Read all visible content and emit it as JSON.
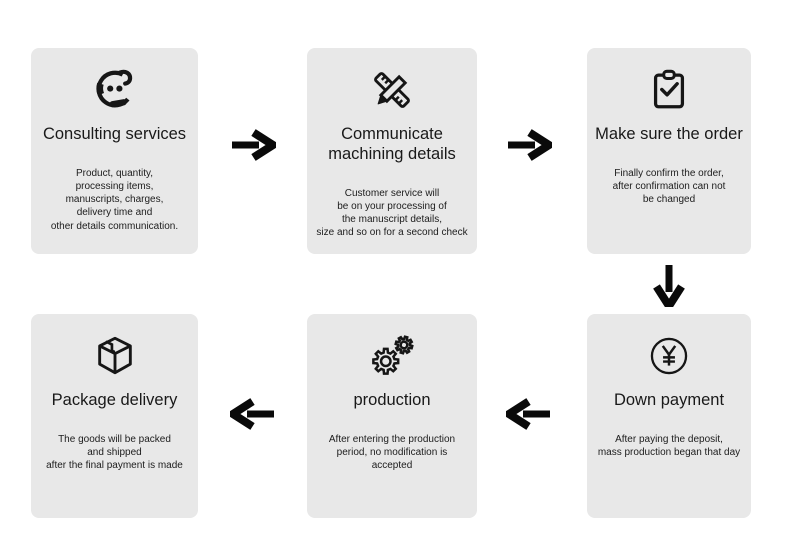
{
  "colors": {
    "page_bg": "#ffffff",
    "card_bg": "#e8e8e8",
    "ink": "#1b1b1b",
    "arrow": "#0a0a0a"
  },
  "steps": [
    {
      "icon": "headset-icon",
      "title": "Consulting services",
      "description": "Product, quantity,\nprocessing items,\nmanuscripts, charges,\ndelivery time and\nother details communication."
    },
    {
      "icon": "pencil-ruler-icon",
      "title": "Communicate\nmachining details",
      "description": "Customer service will\nbe on your processing of\nthe manuscript details,\nsize and so on for a second check"
    },
    {
      "icon": "clipboard-check-icon",
      "title": "Make sure the order",
      "description": "Finally confirm the order,\nafter confirmation can not\nbe changed"
    },
    {
      "icon": "yen-coin-icon",
      "title": "Down payment",
      "description": "After paying the deposit,\nmass production began that day"
    },
    {
      "icon": "gears-icon",
      "title": "production",
      "description": "After entering the production\nperiod, no modification is\naccepted"
    },
    {
      "icon": "package-box-icon",
      "title": "Package delivery",
      "description": "The goods will be packed\nand shipped\nafter the final payment is made"
    }
  ],
  "arrows": [
    {
      "direction": "right",
      "from": "Consulting services",
      "to": "Communicate machining details"
    },
    {
      "direction": "right",
      "from": "Communicate machining details",
      "to": "Make sure the order"
    },
    {
      "direction": "down",
      "from": "Make sure the order",
      "to": "Down payment"
    },
    {
      "direction": "left",
      "from": "Down payment",
      "to": "production"
    },
    {
      "direction": "left",
      "from": "production",
      "to": "Package delivery"
    }
  ]
}
